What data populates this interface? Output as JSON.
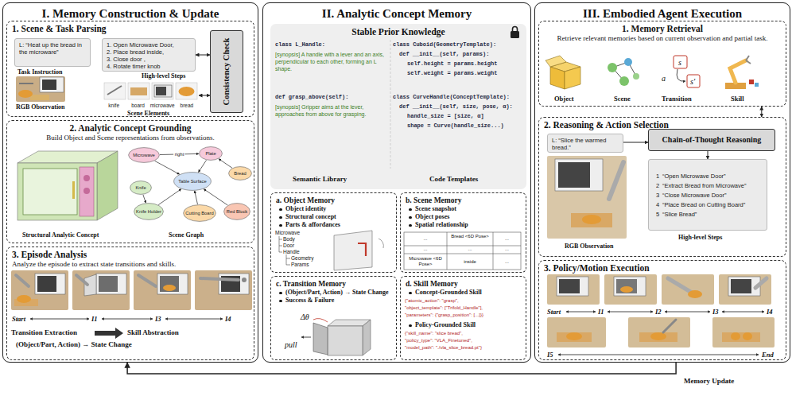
{
  "diagram": {
    "nodes": [
      {
        "text": [
          "I. Memory Construction & Update"
        ]
      },
      {
        "text": [
          "1. Scene & Task Parsing"
        ],
        "in": 0
      },
      {
        "text": [
          "L: “Heat up the bread in the microware”"
        ],
        "in": 1
      },
      {
        "text": [
          "1. Open Microwave Door,",
          "2. Place bread inside,",
          "3. Close door ,",
          "4. Rotate timer knob"
        ],
        "in": 1
      },
      {
        "text": [
          "knife",
          "board",
          "microwave",
          "bread"
        ],
        "in": 1
      },
      {
        "text": [
          "Consistency Check"
        ],
        "in": 1
      },
      {
        "text": [
          "2. Analytic Concept Grounding",
          "Build Object and Scene representations from observations."
        ],
        "in": 0
      },
      {
        "text": [
          "Microwave"
        ],
        "in": 6
      },
      {
        "text": [
          "Plate"
        ],
        "in": 6
      },
      {
        "text": [
          "Bread"
        ],
        "in": 6
      },
      {
        "text": [
          "Table Surface"
        ],
        "in": 6
      },
      {
        "text": [
          "Knife"
        ],
        "in": 6
      },
      {
        "text": [
          "Knife Holder"
        ],
        "in": 6
      },
      {
        "text": [
          "Cutting Board"
        ],
        "in": 6
      },
      {
        "text": [
          "Red Block"
        ],
        "in": 6
      },
      {
        "text": [
          "3. Episode Analysis",
          "Analyze the episode to extract state transitions and skills."
        ],
        "in": 0
      },
      {
        "text": [
          "II. Analytic Concept Memory"
        ]
      },
      {
        "text": [
          "Stable Prior Knowledge"
        ],
        "in": 16
      },
      {
        "text": [
          "a. Object Memory",
          "Object identity",
          "Structural concept",
          "Parts & affordances"
        ],
        "in": 16
      },
      {
        "text": [
          "b. Scene Memory",
          "Scene snapshot",
          "Object poses",
          "Spatial relationship"
        ],
        "in": 16
      },
      {
        "text": [
          "c. Transition Memory",
          "(Object/Part, Action) → State Change",
          "Success & Failure"
        ],
        "in": 16
      },
      {
        "text": [
          "d. Skill Memory",
          "Concept-Grounded Skill",
          "Policy-Grounded Skill"
        ],
        "in": 16
      },
      {
        "text": [
          "III. Embodied Agent Execution"
        ]
      },
      {
        "text": [
          "1. Memory Retrieval",
          "Retrieve relevant memories based on current observation and partial task."
        ],
        "in": 22
      },
      {
        "text": [
          "2. Reasoning & Action Selection"
        ],
        "in": 22
      },
      {
        "text": [
          "L: “Slice the warmed bread.”"
        ],
        "in": 24
      },
      {
        "text": [
          "Chain-of-Thought Reasoning"
        ],
        "in": 24
      },
      {
        "text": [
          "1",
          "“Open Microwave Door”",
          "2",
          "“Extract Bread from Microwave”",
          "3",
          "“Close Microwave Door”",
          "4",
          "“Place Bread on Cutting Board”",
          "5",
          "“Slice Bread”"
        ],
        "in": 24
      },
      {
        "text": [
          "3. Policy/Motion Execution"
        ],
        "in": 22
      }
    ],
    "edges": [
      {
        "from": 3,
        "to": 5,
        "arrow": "both"
      },
      {
        "from": 4,
        "to": 5,
        "arrow": "both"
      },
      {
        "from": 7,
        "to": 8,
        "label": "right",
        "arrow": "to"
      },
      {
        "from": 7,
        "to": 10,
        "arrow": "to"
      },
      {
        "from": 8,
        "to": 10,
        "arrow": "to"
      },
      {
        "from": 9,
        "to": 8,
        "arrow": "to"
      },
      {
        "from": 11,
        "to": 12,
        "arrow": "to"
      },
      {
        "from": 12,
        "to": 10,
        "arrow": "to"
      },
      {
        "from": 13,
        "to": 10,
        "arrow": "to"
      },
      {
        "from": 14,
        "to": 10,
        "arrow": "to"
      },
      {
        "from": 23,
        "to": 24,
        "arrow": "both"
      },
      {
        "from": 25,
        "to": 26,
        "arrow": "to"
      },
      {
        "from": 26,
        "to": 27,
        "arrow": "to"
      },
      {
        "from": 22,
        "to": 0,
        "label": "Memory Update",
        "arrow": "to"
      }
    ],
    "labels": [
      "Task Instruction",
      "RGB Observation",
      "High-level Steps",
      "Scene Elements",
      "Structural Analytic Concept",
      "Scene Graph",
      "Start",
      "I1",
      "I3",
      "I4",
      "Transition Extraction",
      "Skill Abstraction",
      "(Object/Part, Action) → State Change",
      "class L_Handle:",
      "[synopsis] A handle with a lever and an axis, perpendicular to each other, forming an L shape.",
      "def grasp_above(self):",
      "[synopsis] Gripper aims at the lever, approaches from above for grasping.",
      "class Cuboid(GeometryTemplate):",
      "def __init__(self, params):",
      "self.height = params.height",
      "self.weight = params.weight",
      "class CurveHandle(ConceptTemplate):",
      "def __init__(self, size, pose, α):",
      "handle_size = [size, α]",
      "shape = Curve(handle_size...)",
      "Semantic Library",
      "Code Templates",
      "Microwave",
      "Body",
      "Door",
      "Handle",
      "Geometry",
      "Params",
      "...",
      "Bread <6D Pose>",
      "...",
      "...",
      "...",
      "...",
      "Microwave <6D Pose>",
      "inside",
      "...",
      "pull",
      "Δθ",
      "{\"atomic_action\": \"grasp\",",
      "\"object_template\": [\"Trifold_Handle\"],",
      "\"parameters\": {\"grasp_position\": [...]}}",
      "{\"skill_name\": \"slice bread\",",
      "\"policy_type\": \"VLA_Finetuned\",",
      "\"model_path\": \"./vla_slice_bread.pt\"}",
      "Object",
      "Scene",
      "Transition",
      "Skill",
      "s",
      "a",
      "s′",
      "RGB Observation",
      "High-level Steps",
      "Start",
      "I1",
      "I2",
      "I3",
      "I4",
      "I5",
      "End"
    ]
  }
}
